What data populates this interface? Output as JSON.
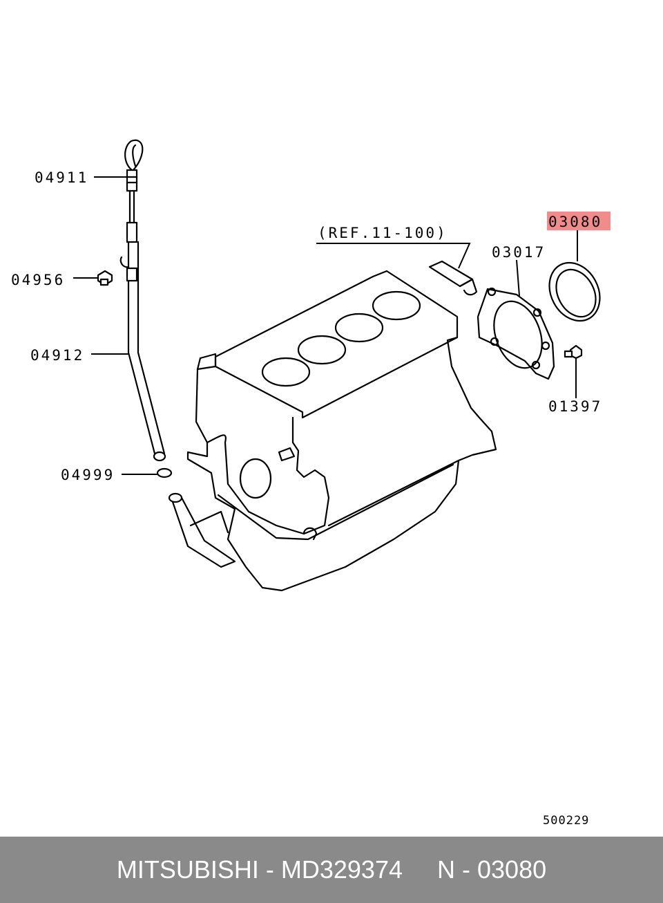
{
  "labels": {
    "p04911": "04911",
    "p04956": "04956",
    "p04912": "04912",
    "p04999": "04999",
    "ref": "(REF.11-100)",
    "p03017": "03017",
    "p03080": "03080",
    "p01397": "01397",
    "code": "500229"
  },
  "highlight_color": "#f28b8b",
  "footer": {
    "text": "MITSUBISHI - MD329374     N - 03080"
  }
}
